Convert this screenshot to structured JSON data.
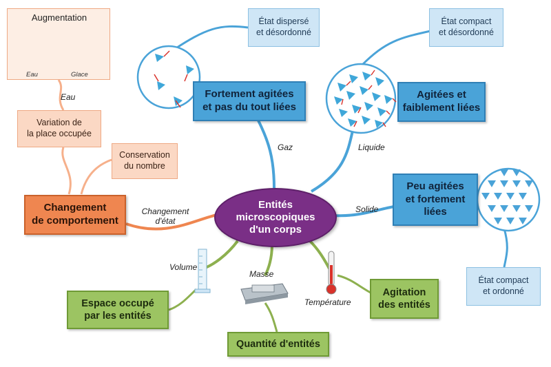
{
  "center": {
    "label": "Entités\nmicroscopiques\nd'un corps",
    "color": "#7a2f86"
  },
  "branches": {
    "gaz": {
      "edge_label": "Gaz",
      "description": "Fortement agitées\net pas du tout liées",
      "state": "État dispersé\net désordonné"
    },
    "liquide": {
      "edge_label": "Liquide",
      "description": "Agitées et\nfaiblement liées",
      "state": "État compact\net désordonné"
    },
    "solide": {
      "edge_label": "Solide",
      "description": "Peu agitées\net fortement\nliées",
      "state": "État compact\net ordonné"
    },
    "changement": {
      "edge_label": "Changement\nd'état",
      "description": "Changement\nde comportement",
      "variation": "Variation de\nla place occupée",
      "conservation": "Conservation\ndu nombre",
      "eau_label": "Eau",
      "augmentation": {
        "title": "Augmentation",
        "left_label": "Eau",
        "right_label": "Glace"
      }
    },
    "volume": {
      "edge_label": "Volume",
      "description": "Espace occupé\npar les entités"
    },
    "masse": {
      "edge_label": "Masse",
      "description": "Quantité d'entités"
    },
    "temperature": {
      "edge_label": "Température",
      "description": "Agitation\ndes entités"
    }
  },
  "colors": {
    "blue": "#4aa3d8",
    "blue_light": "#cfe6f6",
    "orange": "#ef8650",
    "orange_light": "#fbd8c4",
    "green": "#9cc462",
    "link_blue": "#4aa3d8",
    "link_orange": "#ef8650",
    "link_green": "#8db04f"
  },
  "icons": [
    "gas-particles-icon",
    "liquid-particles-icon",
    "solid-lattice-icon",
    "beaker-icon",
    "graduated-cylinder-icon",
    "scale-icon",
    "thermometer-icon"
  ]
}
